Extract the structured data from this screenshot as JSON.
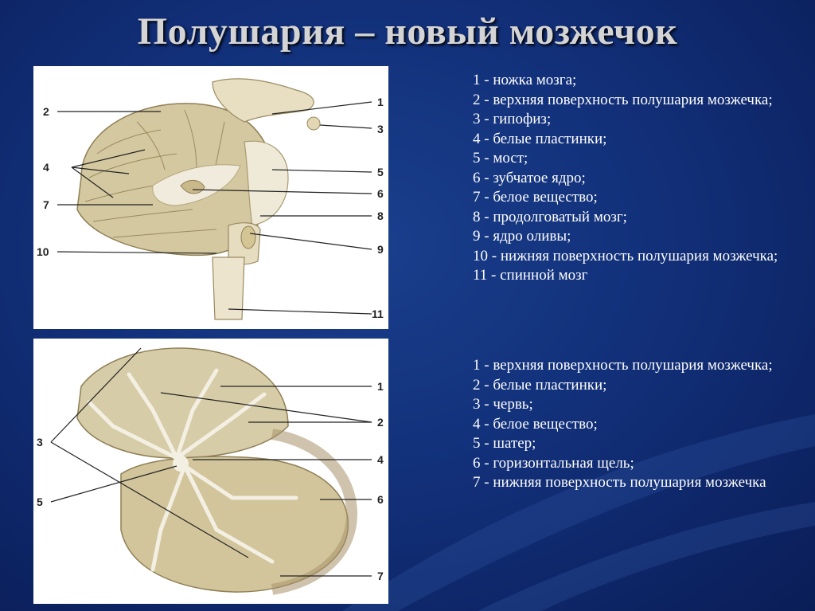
{
  "slide": {
    "title": "Полушария – новый мозжечок"
  },
  "figure1": {
    "labels": [
      "1",
      "2",
      "3",
      "4",
      "5",
      "6",
      "7",
      "8",
      "9",
      "10",
      "11"
    ]
  },
  "figure2": {
    "labels": [
      "1",
      "2",
      "3",
      "4",
      "5",
      "6",
      "7"
    ]
  },
  "legend1": [
    "1 - ножка мозга;",
    "2 - верхняя поверхность полушария мозжечка;",
    "3 - гипофиз;",
    "4 - белые пластинки;",
    "5 - мост;",
    "6 - зубчатое ядро;",
    "7 - белое вещество;",
    "8 - продолговатый мозг;",
    "9 - ядро оливы;",
    "10 - нижняя поверхность полушария мозжечка;",
    "11 - спинной мозг"
  ],
  "legend2": [
    "1 - верхняя поверхность полушария мозжечка;",
    "2 - белые пластинки;",
    "3 - червь;",
    "4 - белое вещество;",
    "5 - шатер;",
    "6 - горизонтальная щель;",
    "7 - нижняя поверхность полушария мозжечка"
  ],
  "colors": {
    "background": "#12307a",
    "title": "#d4d4d4",
    "legend_text": "#ffffff",
    "tissue": "#d9cfae",
    "white_matter": "#f3efe2"
  }
}
